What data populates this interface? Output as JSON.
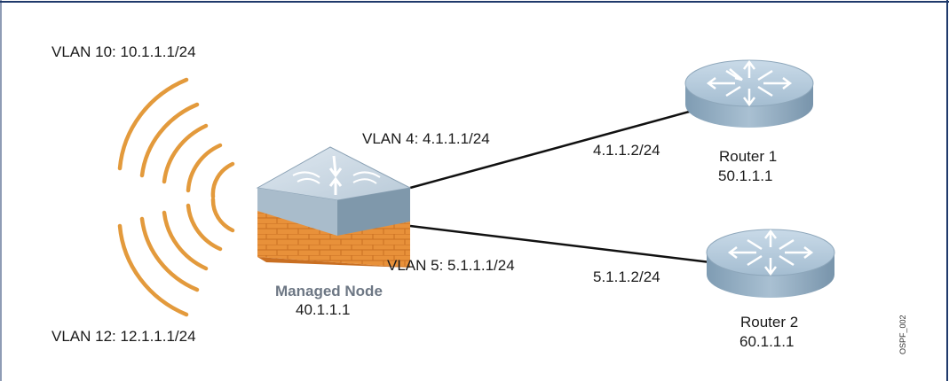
{
  "vlans": {
    "vlan10": "VLAN 10: 10.1.1.1/24",
    "vlan12": "VLAN 12: 12.1.1.1/24",
    "vlan4": "VLAN 4: 4.1.1.1/24",
    "vlan5": "VLAN 5: 5.1.1.1/24"
  },
  "links": {
    "link_r1": "4.1.1.2/24",
    "link_r2": "5.1.1.2/24"
  },
  "managed_node": {
    "name": "Managed Node",
    "address": "40.1.1.1"
  },
  "router1": {
    "name": "Router 1",
    "address": "50.1.1.1"
  },
  "router2": {
    "name": "Router 2",
    "address": "60.1.1.1"
  },
  "figure_tag": "OSPF_002",
  "colors": {
    "wave": "#e39a3c",
    "router": "#9fb7cb",
    "brick": "#e8913a",
    "switch_top": "#c6d6e3",
    "frame": "#1f3a6b"
  }
}
